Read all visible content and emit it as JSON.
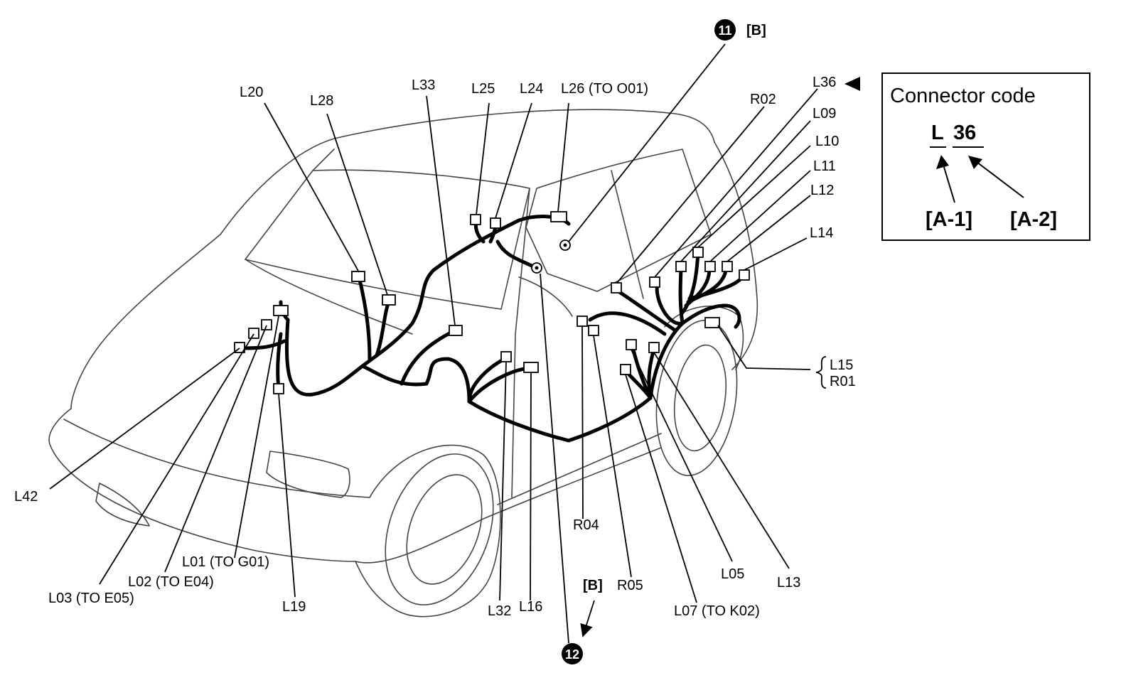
{
  "connectors": {
    "L20": "L20",
    "L28": "L28",
    "L33": "L33",
    "L25": "L25",
    "L24": "L24",
    "L26": "L26 (TO O01)",
    "R02": "R02",
    "L36": "L36",
    "L09": "L09",
    "L10": "L10",
    "L11": "L11",
    "L12": "L12",
    "L14": "L14",
    "L15": "L15",
    "R01": "R01",
    "L42": "L42",
    "L03": "L03 (TO E05)",
    "L02": "L02 (TO E04)",
    "L01": "L01 (TO G01)",
    "L19": "L19",
    "L32": "L32",
    "L16": "L16",
    "R04": "R04",
    "R05": "R05",
    "L07": "L07 (TO K02)",
    "L05": "L05",
    "L13": "L13"
  },
  "grounds": {
    "g11_number": "11",
    "g11_ref": "[B]",
    "g12_number": "12",
    "g12_ref": "[B]"
  },
  "legend": {
    "title": "Connector code",
    "prefix": "L",
    "number": "36",
    "a1": "[A-1]",
    "a2": "[A-2]"
  }
}
